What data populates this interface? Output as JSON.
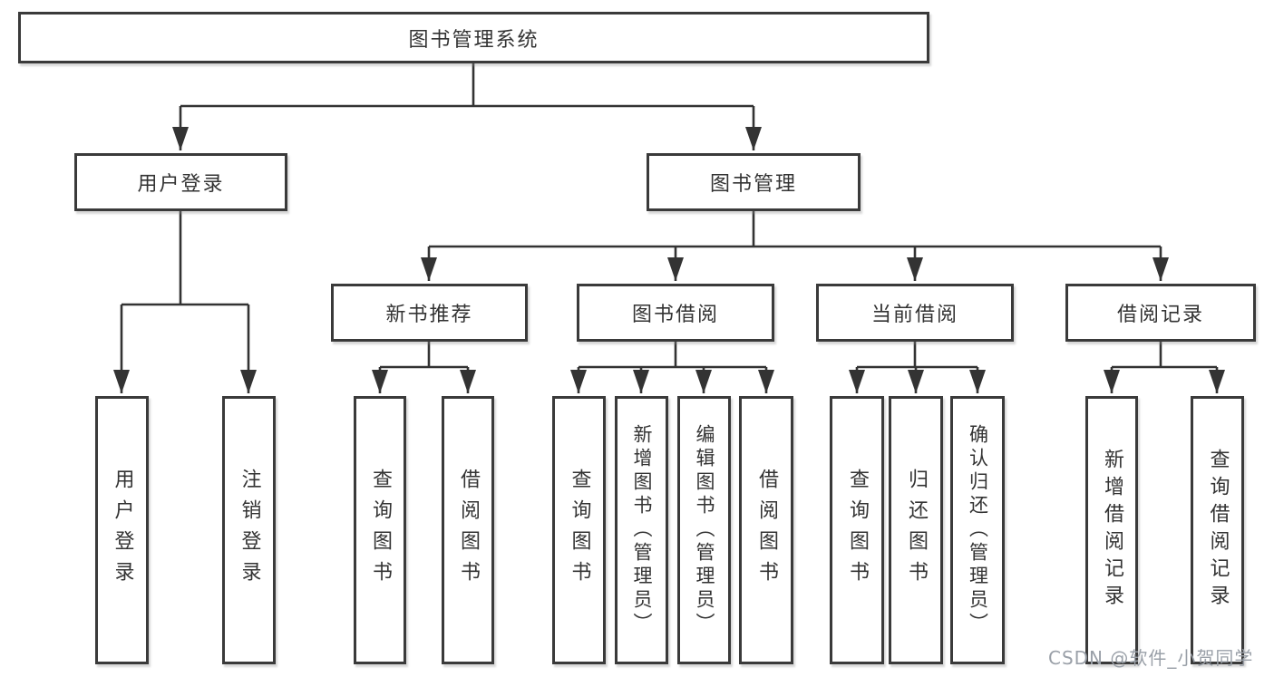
{
  "diagram": {
    "type": "hierarchy",
    "root": {
      "label": "图书管理系统"
    },
    "branches": [
      {
        "label": "用户登录",
        "children": [
          {
            "label": "用户登录"
          },
          {
            "label": "注销登录"
          }
        ]
      },
      {
        "label": "图书管理",
        "children": [
          {
            "label": "新书推荐",
            "children": [
              {
                "label": "查询图书"
              },
              {
                "label": "借阅图书"
              }
            ]
          },
          {
            "label": "图书借阅",
            "children": [
              {
                "label": "查询图书"
              },
              {
                "label": "新增图书（管理员）"
              },
              {
                "label": "编辑图书（管理员）"
              },
              {
                "label": "借阅图书"
              }
            ]
          },
          {
            "label": "当前借阅",
            "children": [
              {
                "label": "查询图书"
              },
              {
                "label": "归还图书"
              },
              {
                "label": "确认归还（管理员）"
              }
            ]
          },
          {
            "label": "借阅记录",
            "children": [
              {
                "label": "新增借阅记录"
              },
              {
                "label": "查询借阅记录"
              }
            ]
          }
        ]
      }
    ]
  },
  "watermark": {
    "text": "CSDN @软件_小贺同学"
  },
  "colors": {
    "line": "#333333",
    "box_border": "#3a3a3a",
    "text": "#333333",
    "watermark": "#9aa0a8",
    "background": "#ffffff"
  }
}
